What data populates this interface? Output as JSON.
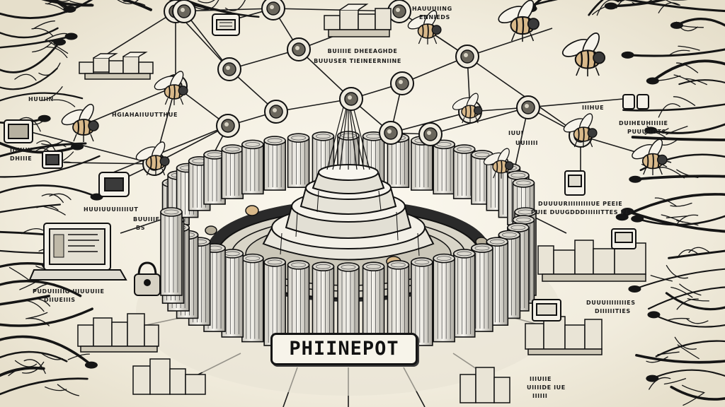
{
  "sign": {
    "text": "PHIINEPOT"
  },
  "labels": {
    "top_right": [
      "HAUUUIING",
      "ENNIEDS"
    ],
    "top_center": [
      "BUIIIIE DHEEAGHDE",
      "BUUUSER TIEINEERNIINE"
    ],
    "left_upper": "HUUIIN",
    "left_middle": "HGIAHAIIUUTTHUE",
    "left_box": [
      "IIIIIIIII",
      "DHIIIE"
    ],
    "left_monitor": "HUUIUUUIIIIIUT",
    "left_laptop_side": [
      "BUUIIIE",
      "BS"
    ],
    "left_bottom": [
      "PUDUIIIIIG UIUUUIIE",
      "DIIUEIIIS"
    ],
    "center_right": [
      "IUUI",
      "UUIIIII"
    ],
    "right_upper_a": "IIIHUE",
    "right_upper_b": [
      "DUIHEUHIIIIIE",
      "PUUUHOTS"
    ],
    "right_middle": [
      "DUUUURIIIIIIIIIUE PEEIE",
      "PUIE DUUGDDDIIIIIITTES PEE"
    ],
    "right_lower": [
      "DUUUIIIIIIIIES",
      "DIIIIIITIES"
    ],
    "bottom_right": [
      "IIIUIIE",
      "UIIIIDE IUE",
      "IIIIII"
    ]
  },
  "icons": [
    "network-node-icon",
    "bee-icon",
    "padlock-icon",
    "laptop-icon",
    "monitor-icon",
    "server-rack-icon",
    "data-cubes-icon",
    "fountain-icon",
    "tendril-icon"
  ]
}
